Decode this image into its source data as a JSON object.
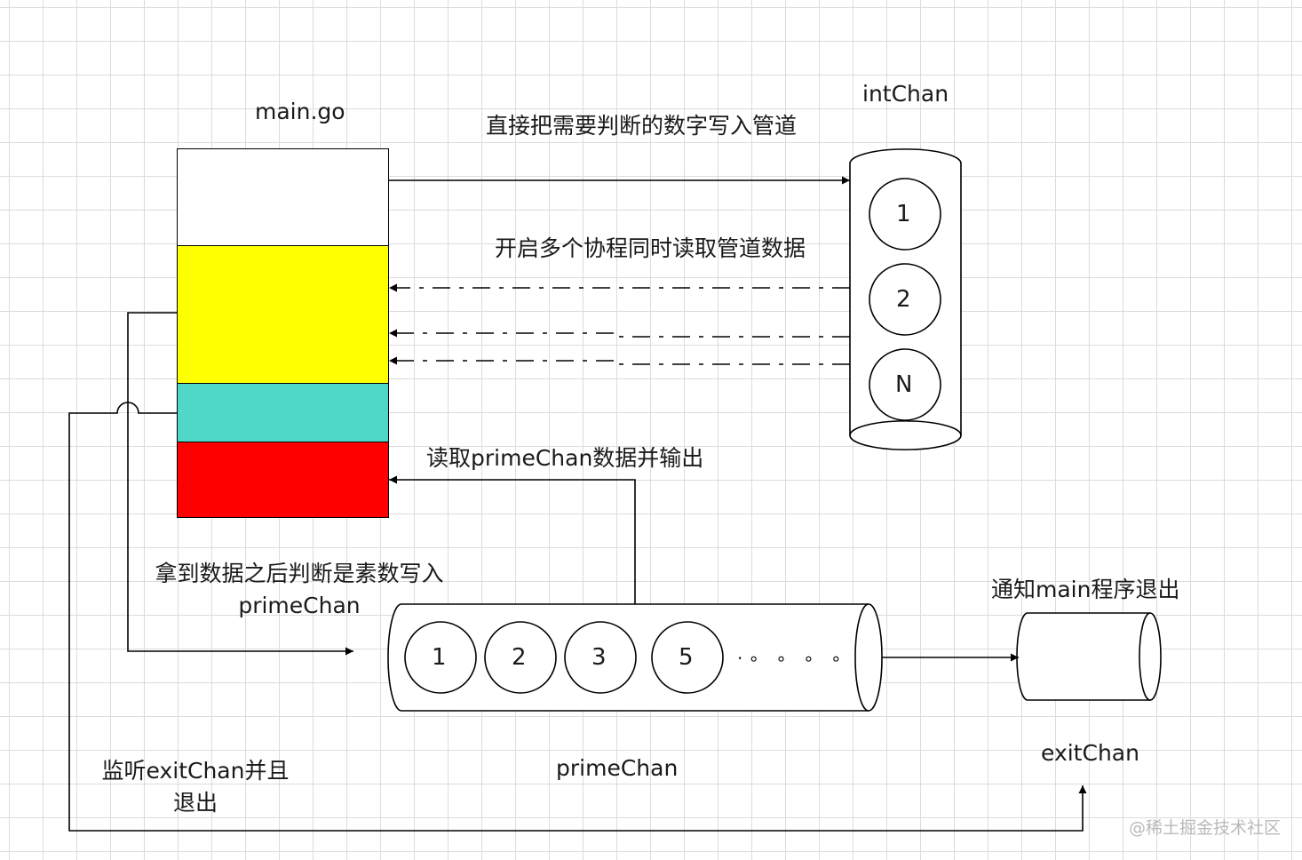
{
  "main": {
    "title": "main.go"
  },
  "intChan": {
    "title": "intChan",
    "items": [
      "1",
      "2",
      "N"
    ]
  },
  "primeChan": {
    "title": "primeChan",
    "items": [
      "1",
      "2",
      "3",
      "5"
    ],
    "ellipsis": "·∘ ∘ ∘ ∘"
  },
  "exitChan": {
    "title": "exitChan"
  },
  "edges": {
    "write_intchan": "直接把需要判断的数字写入管道",
    "read_intchan": "开启多个协程同时读取管道数据",
    "read_primechan": "读取primeChan数据并输出",
    "write_primechan_line1": "拿到数据之后判断是素数写入",
    "write_primechan_line2": "primeChan",
    "notify_exit": "通知main程序退出",
    "listen_exit_line1": "监听exitChan并且",
    "listen_exit_line2": "退出"
  },
  "colors": {
    "segment_white": "#ffffff",
    "segment_yellow": "#ffff00",
    "segment_teal": "#4fd8c8",
    "segment_red": "#ff0000",
    "stroke": "#000000"
  },
  "watermark": "@稀土掘金技术社区"
}
